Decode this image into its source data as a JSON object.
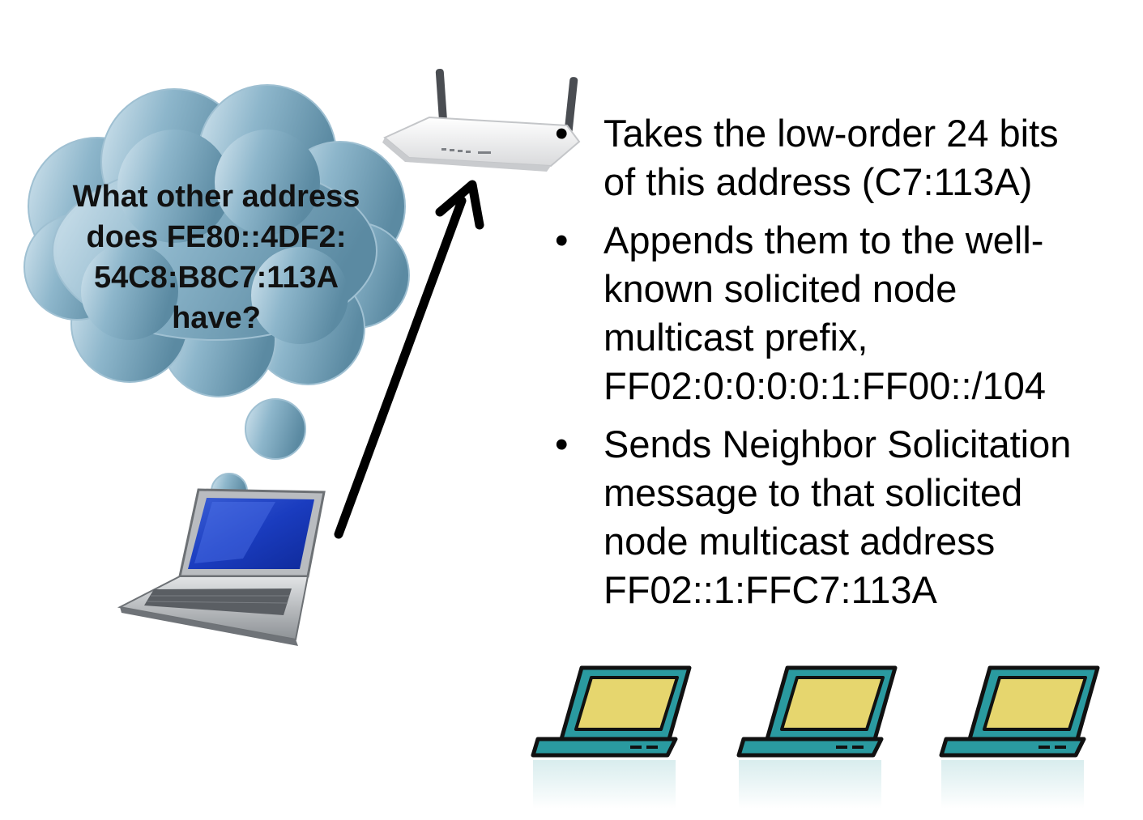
{
  "thought_bubble": {
    "lines": [
      "What other address",
      "does FE80::4DF2:",
      "54C8:B8C7:113A",
      "have?"
    ]
  },
  "bullets": [
    {
      "lines": [
        "Takes the low-order 24 bits",
        "of this address (C7:113A)"
      ]
    },
    {
      "lines": [
        "Appends them to the well-",
        "known solicited node",
        "multicast prefix,",
        "FF02:0:0:0:0:1:FF00::/104"
      ]
    },
    {
      "lines": [
        "Sends Neighbor Solicitation",
        "message to that solicited",
        "node multicast address",
        "FF02::1:FFC7:113A"
      ]
    }
  ],
  "bullet_glyph": "•",
  "icons": {
    "router": "wireless-router-icon",
    "sender": "laptop-icon",
    "cloud": "thought-cloud",
    "arrow": "arrow-up-icon",
    "receivers": [
      "laptop-icon",
      "laptop-icon",
      "laptop-icon"
    ]
  },
  "colors": {
    "cloud_light": "#c9dde8",
    "cloud_dark": "#5f8ea6",
    "receiver_teal": "#2a9aa0",
    "receiver_screen": "#e6d66e",
    "text": "#000000"
  }
}
